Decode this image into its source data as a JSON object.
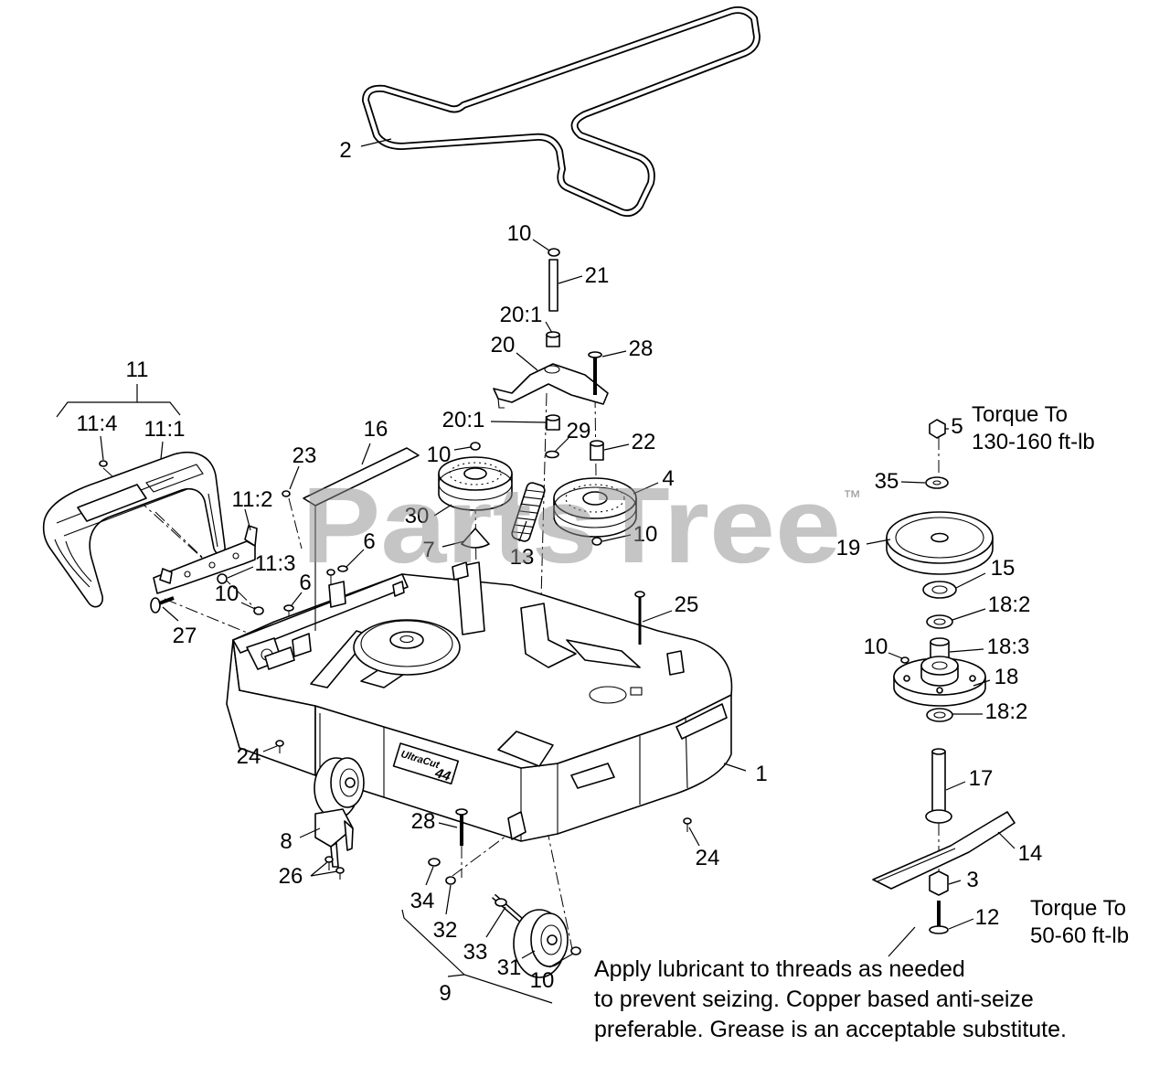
{
  "diagram": {
    "watermark": {
      "brand": "PartsTree",
      "trademark": "™"
    },
    "callouts": [
      "2",
      "10",
      "21",
      "20:1",
      "20",
      "28",
      "11",
      "11:4",
      "11:1",
      "16",
      "20:1",
      "29",
      "22",
      "23",
      "10",
      "4",
      "5",
      "35",
      "11:2",
      "30",
      "10",
      "6",
      "7",
      "13",
      "19",
      "11:3",
      "15",
      "6",
      "10",
      "25",
      "18:2",
      "27",
      "10",
      "18:3",
      "18",
      "18:2",
      "24",
      "1",
      "17",
      "8",
      "28",
      "24",
      "14",
      "26",
      "34",
      "3",
      "32",
      "12",
      "33",
      "31",
      "10",
      "9"
    ],
    "torque_notes": [
      {
        "line1": "Torque To",
        "line2": "130-160 ft-lb"
      },
      {
        "line1": "Torque To",
        "line2": "50-60 ft-lb"
      }
    ],
    "lubrication_note": [
      "Apply lubricant to threads as needed",
      "to prevent seizing. Copper based anti-seize",
      "preferable. Grease is an acceptable substitute."
    ],
    "deck_decal": {
      "brand": "UltraCut",
      "size": "44"
    },
    "colors": {
      "line": "#000000",
      "background": "#ffffff",
      "watermark": "#8c8c8c"
    }
  }
}
